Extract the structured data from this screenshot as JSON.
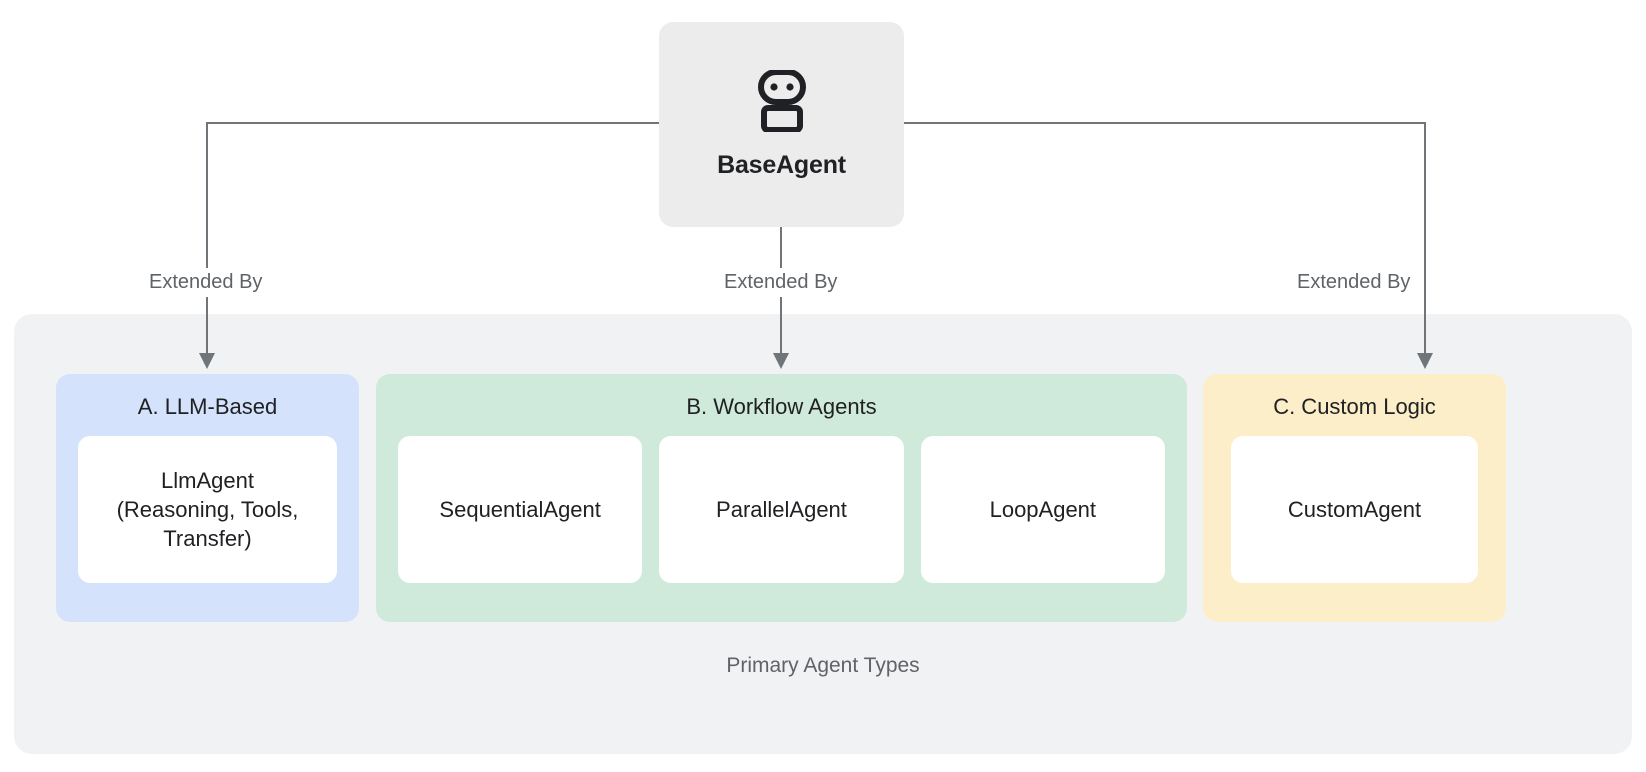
{
  "diagram": {
    "root": {
      "label": "BaseAgent",
      "icon": "robot-icon"
    },
    "panel": {
      "caption": "Primary Agent Types"
    },
    "edges": [
      {
        "label": "Extended By",
        "from": "BaseAgent",
        "to": "A. LLM-Based"
      },
      {
        "label": "Extended By",
        "from": "BaseAgent",
        "to": "B. Workflow Agents"
      },
      {
        "label": "Extended By",
        "from": "BaseAgent",
        "to": "C. Custom Logic"
      }
    ],
    "groups": [
      {
        "id": "a",
        "title": "A. LLM-Based",
        "color": "#d4e2fb",
        "items": [
          {
            "label": "LlmAgent\n(Reasoning, Tools,\nTransfer)"
          }
        ]
      },
      {
        "id": "b",
        "title": "B. Workflow Agents",
        "color": "#cfeada",
        "items": [
          {
            "label": "SequentialAgent"
          },
          {
            "label": "ParallelAgent"
          },
          {
            "label": "LoopAgent"
          }
        ]
      },
      {
        "id": "c",
        "title": "C. Custom Logic",
        "color": "#fceec9",
        "items": [
          {
            "label": "CustomAgent"
          }
        ]
      }
    ],
    "colors": {
      "base_card": "#ececec",
      "panel": "#f1f2f4",
      "llm_group": "#d4e2fb",
      "workflow_group": "#cfeada",
      "custom_group": "#fceec9",
      "leaf_card": "#ffffff",
      "connector": "#70757a",
      "text_primary": "#202124",
      "text_secondary": "#5f6368"
    }
  }
}
